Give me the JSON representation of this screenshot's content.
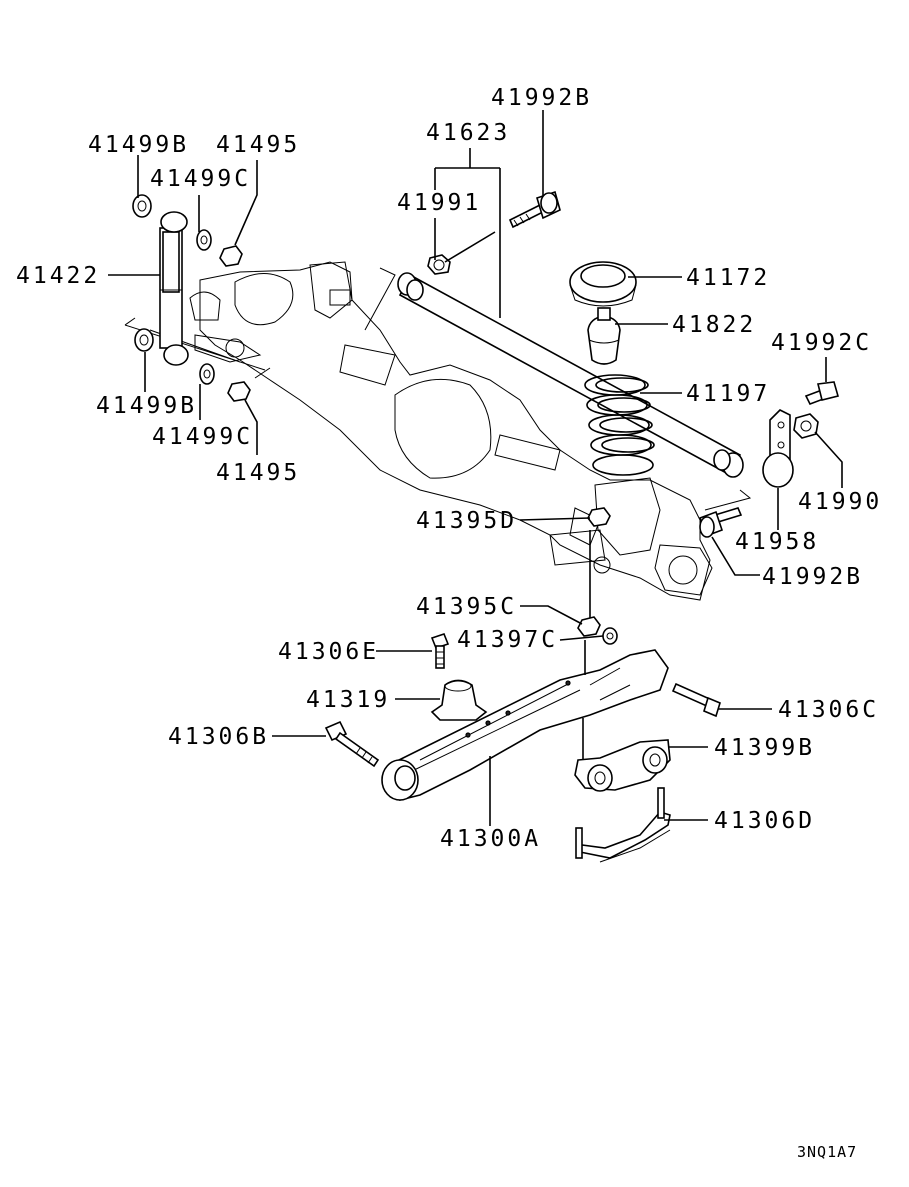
{
  "diagram": {
    "drawing_code": "3NQ1A7",
    "labels": {
      "p41992B_top": "41992B",
      "p41623": "41623",
      "p41499B_top": "41499B",
      "p41495_top": "41495",
      "p41499C_top": "41499C",
      "p41991": "41991",
      "p41422": "41422",
      "p41172": "41172",
      "p41822": "41822",
      "p41992C": "41992C",
      "p41197": "41197",
      "p41499B_bot": "41499B",
      "p41499C_bot": "41499C",
      "p41495_bot": "41495",
      "p41990": "41990",
      "p41395D": "41395D",
      "p41958": "41958",
      "p41992B_bot": "41992B",
      "p41395C": "41395C",
      "p41306E": "41306E",
      "p41397C": "41397C",
      "p41319": "41319",
      "p41306C": "41306C",
      "p41306B": "41306B",
      "p41399B": "41399B",
      "p41306D": "41306D",
      "p41300A": "41300A"
    }
  }
}
